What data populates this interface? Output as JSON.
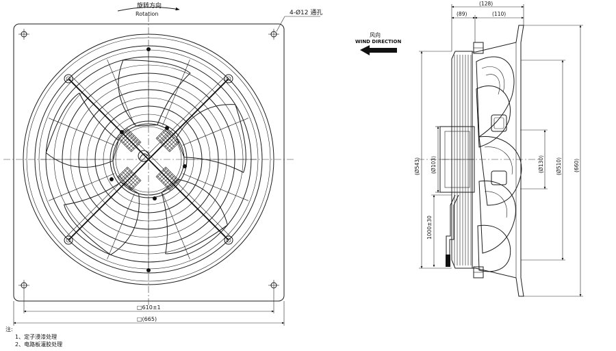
{
  "front_view": {
    "rotation_cn": "旋转方向",
    "rotation_en": "Rotation",
    "holes_label": "4-Ø12 通孔",
    "dim_610": "□610±1",
    "dim_665": "□(665)"
  },
  "side_view": {
    "wind_cn": "风向",
    "wind_en": "WIND DIRECTION",
    "dim_top_total": "(128)",
    "dim_top_left": "(89)",
    "dim_top_right": "(110)",
    "dim_d543": "(Ø543)",
    "dim_d103": "(Ø103)",
    "dim_d130": "(Ø130)",
    "dim_d510": "(Ø510)",
    "dim_660": "(660)",
    "dim_cable": "1000±30"
  },
  "notes": {
    "title": "注:",
    "items": [
      "1、定子浸漆处理",
      "2、电路板灌胶处理"
    ]
  }
}
